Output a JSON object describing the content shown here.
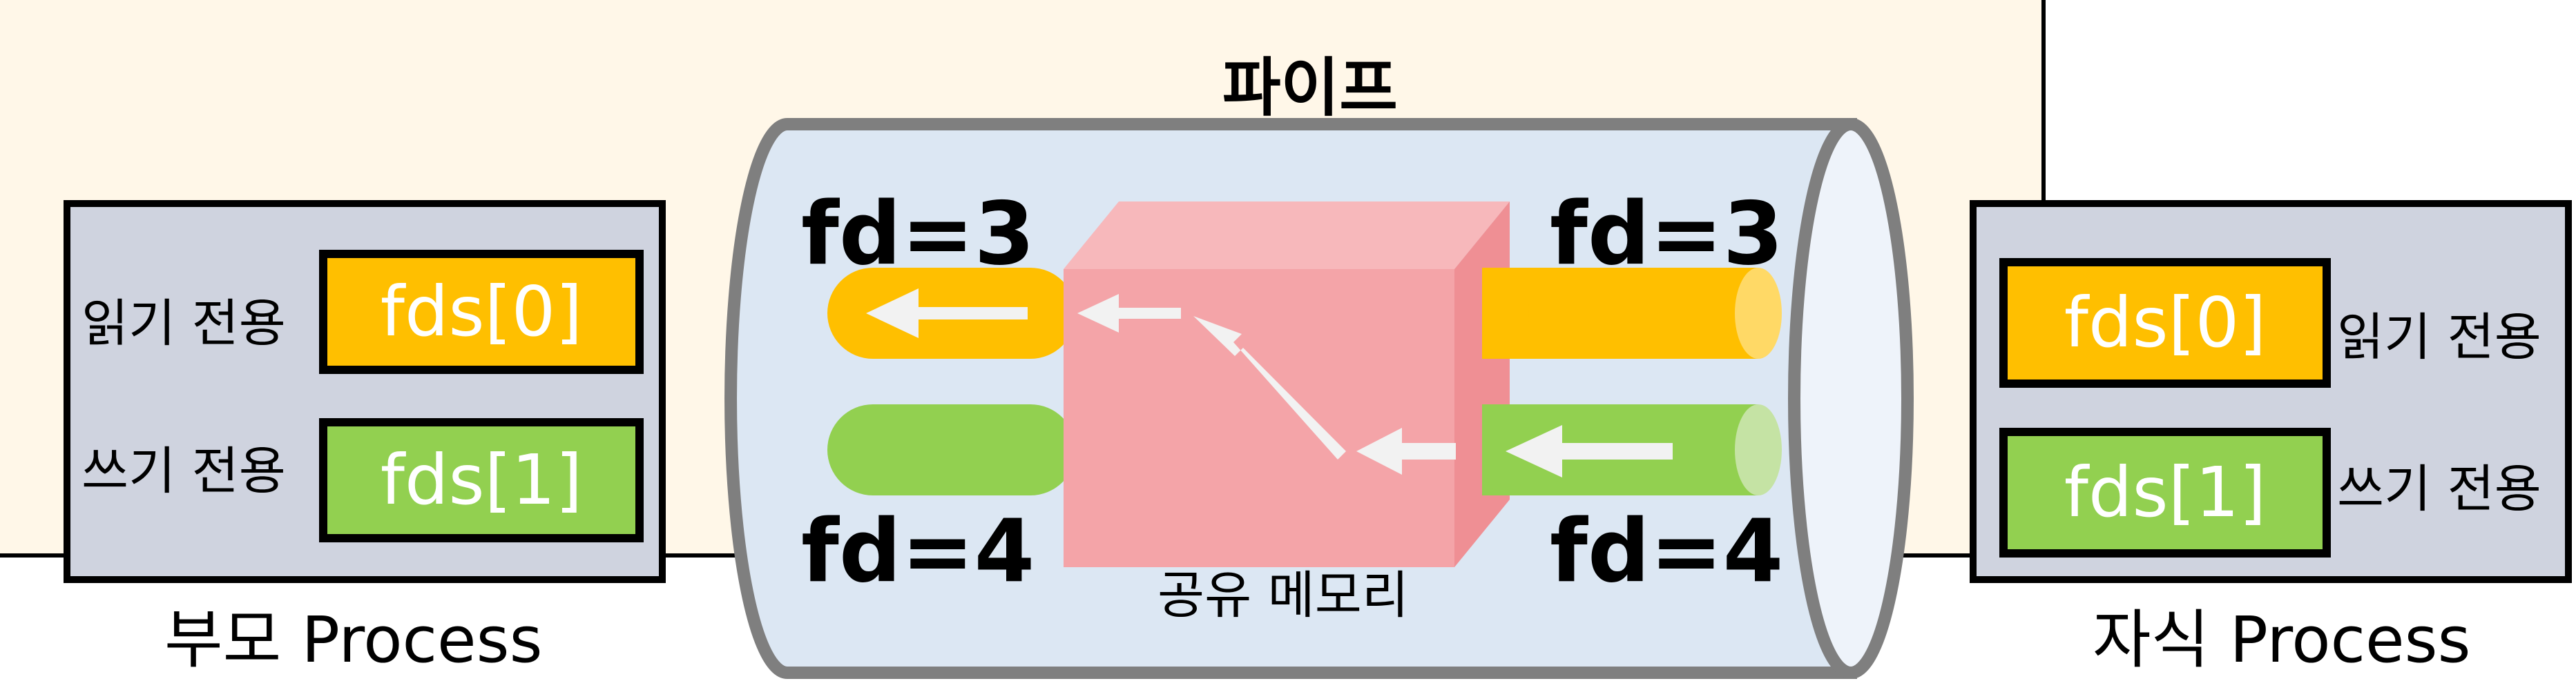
{
  "pipe": {
    "title": "파이프",
    "memory_label": "공유 메모리",
    "fd_read": "fd=3",
    "fd_write": "fd=4"
  },
  "parent": {
    "title": "부모 Process",
    "read_label": "읽기 전용",
    "write_label": "쓰기 전용",
    "read_fd": "fds[0]",
    "write_fd": "fds[1]"
  },
  "child": {
    "title": "자식 Process",
    "read_label": "읽기 전용",
    "write_label": "쓰기 전용",
    "read_fd": "fds[0]",
    "write_fd": "fds[1]"
  },
  "colors": {
    "read": "#ffbf00",
    "write": "#92d050",
    "pipe_body": "#dce7f3",
    "memory_cube": "#f4a4a8",
    "process_box": "#cfd3df",
    "background_panel": "#fff7e8"
  }
}
